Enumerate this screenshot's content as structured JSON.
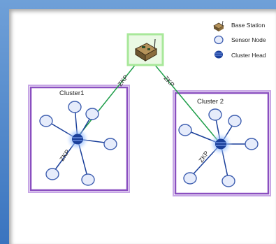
{
  "legend": {
    "base_station": "Base Station",
    "sensor_node": "Sensor Node",
    "cluster_head": "Cluster Head"
  },
  "clusters": [
    {
      "label": "Cluster1"
    },
    {
      "label": "Cluster 2"
    }
  ],
  "links": {
    "left_uplink": "ZKP",
    "right_uplink": "ZKP",
    "left_cluster": "ZKP",
    "right_cluster": "ZKP"
  },
  "colors": {
    "cluster_border": "#8a4fc0",
    "link_line": "#1f9e4a",
    "node_fill": "#e6ecfb",
    "node_stroke": "#3f5fb0",
    "head_fill": "#1a3f9a",
    "base_glow": "#a8e89a"
  }
}
